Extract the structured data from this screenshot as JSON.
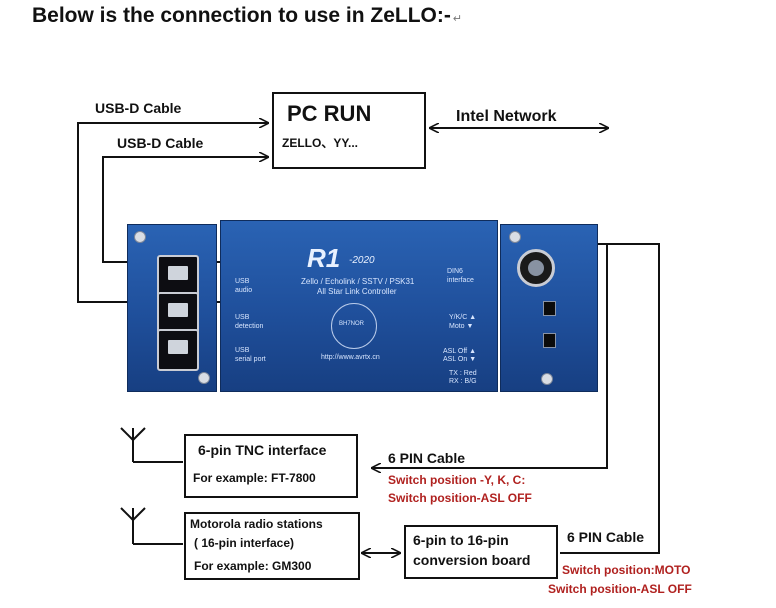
{
  "title": "Below is the connection to use in ZeLLO:-",
  "title_mark": "↵",
  "pc_box": {
    "title": "PC RUN",
    "subtitle": "ZELLO、YY..."
  },
  "intel_network": "Intel Network",
  "usb_cable_1": "USB-D Cable",
  "usb_cable_2": "USB-D Cable",
  "device": {
    "logo": "R1",
    "year": "-2020",
    "line1": "Zello / Echolink / SSTV / PSK31",
    "line2": "All Star Link  Controller",
    "url": "http://www.avrtx.cn",
    "seal": "BH7NOR",
    "usb_audio": [
      "USB",
      "audio"
    ],
    "usb_detection": [
      "USB",
      "detection"
    ],
    "usb_serial": [
      "USB",
      "serial port"
    ],
    "din6": [
      "DIN6",
      "interface"
    ],
    "ykc": "Y/K/C",
    "moto": "Moto",
    "asl_off": "ASL Off",
    "asl_on": "ASL On",
    "tx": "TX : Red",
    "rx": "RX : B/G"
  },
  "tnc_box": {
    "line1": "6-pin TNC interface",
    "line2": "For example: FT-7800"
  },
  "cable_top": {
    "label": "6 PIN Cable",
    "switch1": "Switch position -Y, K, C:",
    "switch2": "Switch position-ASL OFF"
  },
  "motorola_box": {
    "line1": "Motorola radio stations",
    "line2": "( 16-pin interface)",
    "line3": "For example: GM300"
  },
  "conv_box": {
    "line1": "6-pin to 16-pin",
    "line2": "conversion board"
  },
  "cable_bottom": {
    "label": "6 PIN Cable",
    "switch1": "Switch position:MOTO",
    "switch2": "Switch position-ASL OFF"
  },
  "colors": {
    "device_blue": "#1f4f9b",
    "switch_text": "#b0211f",
    "line": "#111111"
  }
}
